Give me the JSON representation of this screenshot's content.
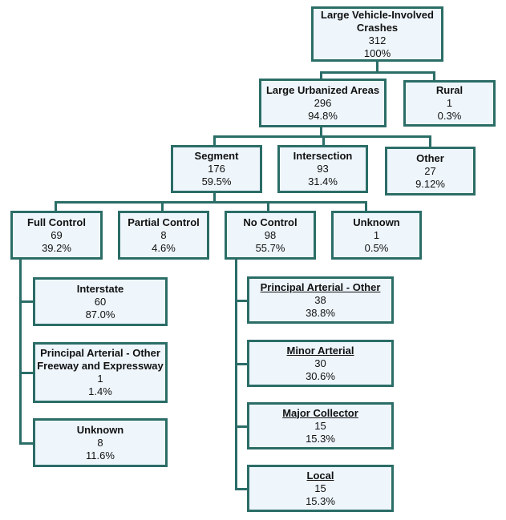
{
  "colors": {
    "border": "#2b6d67",
    "fill": "#eef6fc",
    "text": "#111111"
  },
  "nodes": {
    "root": {
      "title": "Large Vehicle-Involved Crashes",
      "count": "312",
      "pct": "100%"
    },
    "urban": {
      "title": "Large Urbanized Areas",
      "count": "296",
      "pct": "94.8%"
    },
    "rural": {
      "title": "Rural",
      "count": "1",
      "pct": "0.3%"
    },
    "segment": {
      "title": "Segment",
      "count": "176",
      "pct": "59.5%"
    },
    "intersection": {
      "title": "Intersection",
      "count": "93",
      "pct": "31.4%"
    },
    "other": {
      "title": "Other",
      "count": "27",
      "pct": "9.12%"
    },
    "full_control": {
      "title": "Full Control",
      "count": "69",
      "pct": "39.2%"
    },
    "partial_control": {
      "title": "Partial Control",
      "count": "8",
      "pct": "4.6%"
    },
    "no_control": {
      "title": "No Control",
      "count": "98",
      "pct": "55.7%"
    },
    "unknown_access": {
      "title": "Unknown",
      "count": "1",
      "pct": "0.5%"
    },
    "interstate": {
      "title": "Interstate",
      "count": "60",
      "pct": "87.0%"
    },
    "pa_freeway": {
      "title": "Principal Arterial - Other Freeway and Expressway",
      "count": "1",
      "pct": "1.4%"
    },
    "unknown_fc": {
      "title": "Unknown",
      "count": "8",
      "pct": "11.6%"
    },
    "pa_other": {
      "title": "Principal Arterial - Other",
      "count": "38",
      "pct": "38.8%"
    },
    "minor_arterial": {
      "title": "Minor Arterial",
      "count": "30",
      "pct": "30.6%"
    },
    "major_collector": {
      "title": "Major Collector",
      "count": "15",
      "pct": "15.3%"
    },
    "local": {
      "title": "Local",
      "count": "15",
      "pct": "15.3%"
    }
  }
}
